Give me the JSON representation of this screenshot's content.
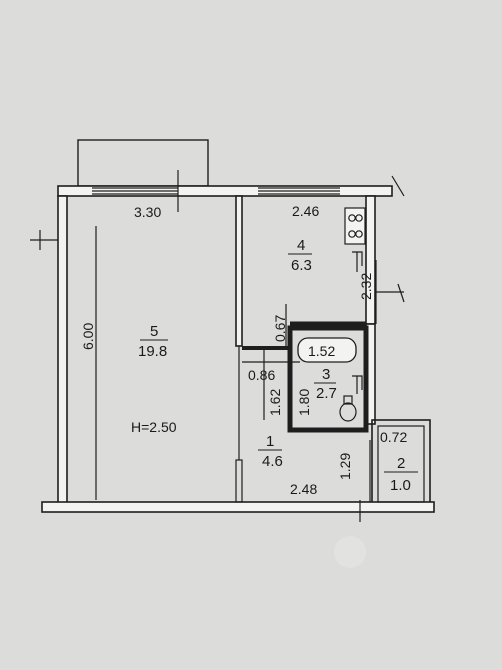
{
  "plan": {
    "rooms": [
      {
        "id": "living",
        "number": "5",
        "area": "19.8"
      },
      {
        "id": "kitchen",
        "number": "4",
        "area": "6.3"
      },
      {
        "id": "bathroom",
        "number": "3",
        "area": "2.7"
      },
      {
        "id": "hall",
        "number": "1",
        "area": "4.6"
      },
      {
        "id": "wc",
        "number": "2",
        "area": "1.0"
      }
    ],
    "dimensions": {
      "living_width": "3.30",
      "living_length": "6.00",
      "kitchen_width": "2.46",
      "kitchen_length": "2.32",
      "passage_width": "0.67",
      "hall_niche": "0.86",
      "hall_side": "1.62",
      "bath_length": "1.80",
      "tub_length": "1.52",
      "hall_width": "2.48",
      "wc_length": "1.29",
      "wc_width": "0.72"
    },
    "ceiling_height": "H=2.50"
  }
}
